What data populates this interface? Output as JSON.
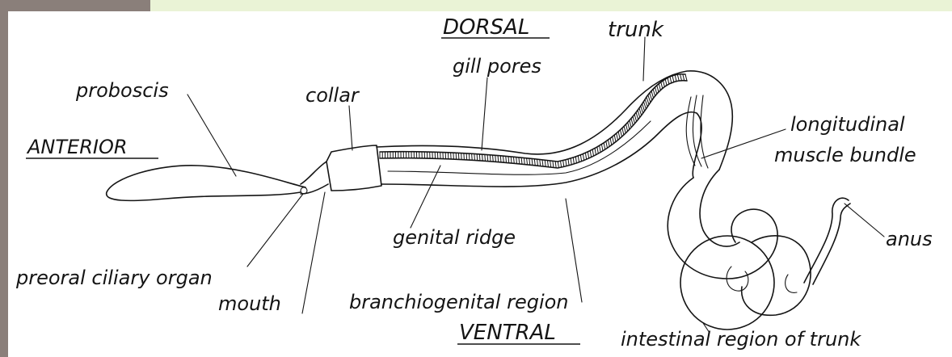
{
  "colors": {
    "frame": "#8a7f7a",
    "top_band": "#eaf3d6",
    "ink": "#141414",
    "background": "#ffffff"
  },
  "labels": {
    "dorsal": "DORSAL",
    "trunk": "trunk",
    "gill_pores": "gill pores",
    "proboscis": "proboscis",
    "collar": "collar",
    "anterior": "ANTERIOR",
    "longitudinal_1": "longitudinal",
    "longitudinal_2": "muscle bundle",
    "anus": "anus",
    "genital_ridge": "genital ridge",
    "preoral": "preoral ciliary organ",
    "mouth": "mouth",
    "branchiogenital": "branchiogenital region",
    "ventral": "VENTRAL",
    "intestinal": "intestinal region of trunk"
  }
}
